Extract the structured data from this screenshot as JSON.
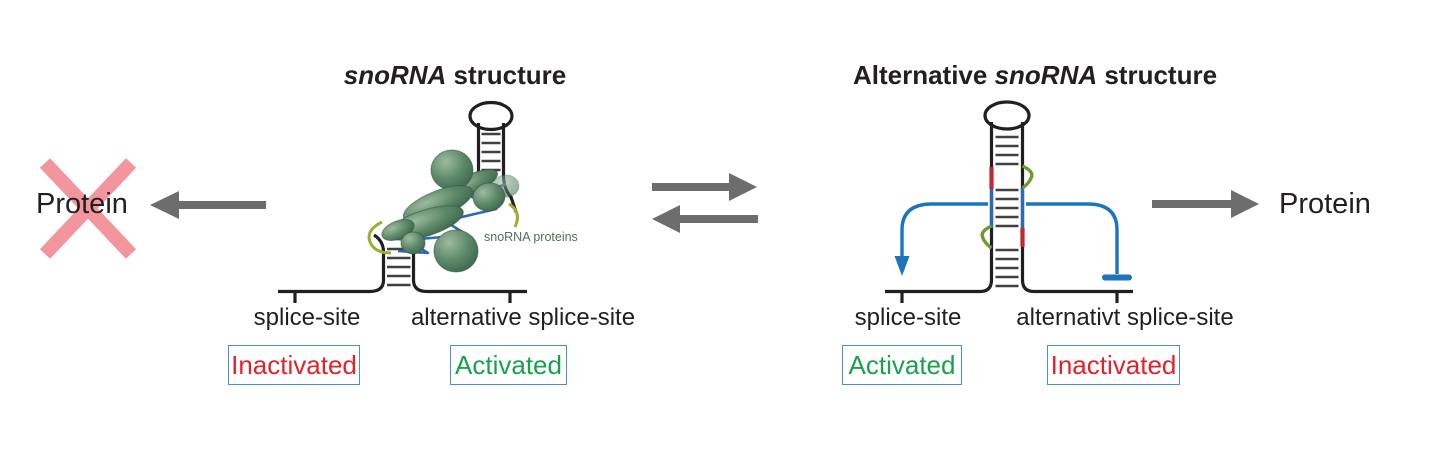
{
  "left": {
    "title_italic": "snoRNA",
    "title_rest": " structure",
    "protein_label": "Protein",
    "proteins_annotation": "snoRNA proteins",
    "splice_site_1": {
      "label": "splice-site",
      "status": "Inactivated"
    },
    "splice_site_2": {
      "label": "alternative splice-site",
      "status": "Activated"
    }
  },
  "right": {
    "title_prefix": "Alternative ",
    "title_italic": "snoRNA",
    "title_rest": " structure",
    "protein_label": "Protein",
    "splice_site_1": {
      "label": "splice-site",
      "status": "Activated"
    },
    "splice_site_2": {
      "label": "alternativt splice-site",
      "status": "Inactivated"
    }
  },
  "colors": {
    "status_activated": "#1aa14e",
    "status_inactivated": "#e2232a",
    "badge_border": "#4a8fd2",
    "arrow_gray": "#6d6d6d",
    "cross_pink": "#f2959c",
    "rna_blue": "#1c75bc",
    "strand_blue": "#2a6cb4",
    "stem_mark_red": "#c2272e",
    "stem_bump_green": "#6e9b2d",
    "strand_olive": "#9cb02f",
    "protein_blob_green": "#4f7c5c",
    "structure_black": "#231f20"
  }
}
